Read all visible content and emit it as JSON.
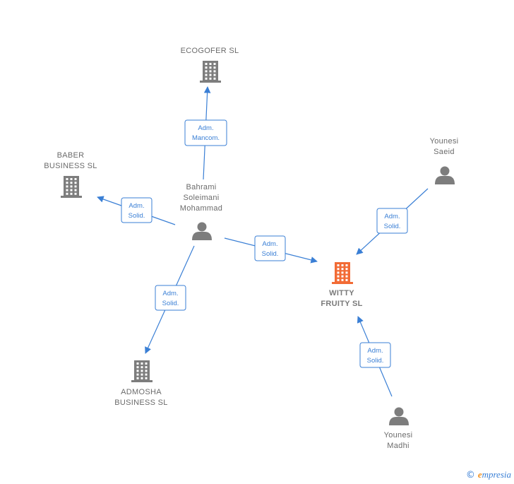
{
  "colors": {
    "edge": "#3a7fd5",
    "company": "#7d7d7d",
    "focus": "#f26b35",
    "person": "#7d7d7d"
  },
  "nodes": [
    {
      "id": "ecogofer",
      "type": "company",
      "lines": [
        "ECOGOFER  SL"
      ]
    },
    {
      "id": "baber",
      "type": "company",
      "lines": [
        "BABER",
        "BUSINESS  SL"
      ]
    },
    {
      "id": "bahrami",
      "type": "person",
      "lines": [
        "Bahrami",
        "Soleimani",
        "Mohammad"
      ]
    },
    {
      "id": "younesi-saeid",
      "type": "person",
      "lines": [
        "Younesi",
        "Saeid"
      ]
    },
    {
      "id": "witty",
      "type": "company-focus",
      "lines": [
        "WITTY",
        "FRUITY  SL"
      ]
    },
    {
      "id": "admosha",
      "type": "company",
      "lines": [
        "ADMOSHA",
        "BUSINESS  SL"
      ]
    },
    {
      "id": "younesi-madhi",
      "type": "person",
      "lines": [
        "Younesi",
        "Madhi"
      ]
    }
  ],
  "edges": [
    {
      "from": "bahrami",
      "to": "ecogofer",
      "lines": [
        "Adm.",
        "Mancom."
      ]
    },
    {
      "from": "bahrami",
      "to": "baber",
      "lines": [
        "Adm.",
        "Solid."
      ]
    },
    {
      "from": "bahrami",
      "to": "witty",
      "lines": [
        "Adm.",
        "Solid."
      ]
    },
    {
      "from": "bahrami",
      "to": "admosha",
      "lines": [
        "Adm.",
        "Solid."
      ]
    },
    {
      "from": "younesi-saeid",
      "to": "witty",
      "lines": [
        "Adm.",
        "Solid."
      ]
    },
    {
      "from": "younesi-madhi",
      "to": "witty",
      "lines": [
        "Adm.",
        "Solid."
      ]
    }
  ],
  "footer": {
    "copyright": "©",
    "brand_initial": "e",
    "brand_rest": "mpresia"
  }
}
